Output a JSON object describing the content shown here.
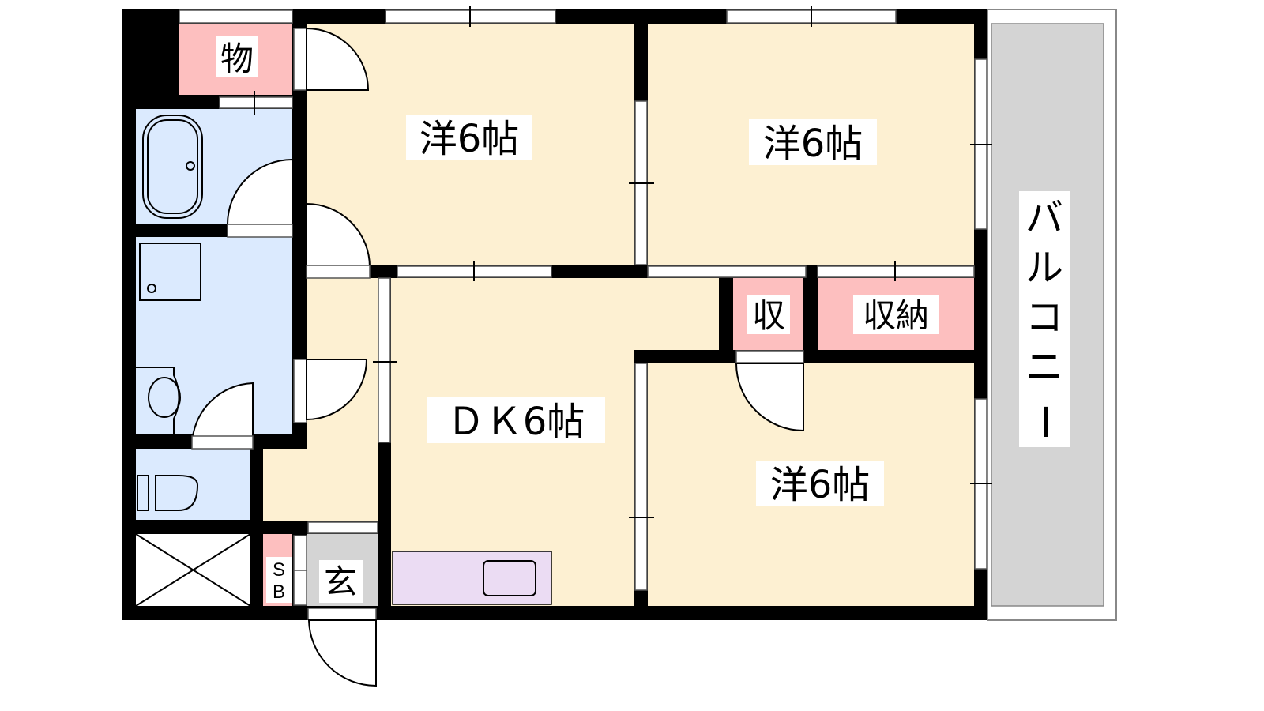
{
  "floorplan": {
    "rooms": {
      "western_1": "洋6帖",
      "western_2": "洋6帖",
      "western_3": "洋6帖",
      "dining_kitchen": "ＤＫ6帖",
      "storage_small": "収",
      "closet": "収納",
      "storeroom": "物",
      "shoe_box_s": "S",
      "shoe_box_b": "B",
      "entrance": "玄",
      "balcony": [
        "バ",
        "ル",
        "コ",
        "ニ",
        "ー"
      ]
    },
    "colors": {
      "wall": "#000000",
      "room": "#fdf0d2",
      "wet_area": "#dbeafe",
      "storage": "#fdbfbf",
      "entrance": "#d4d4d4",
      "balcony": "#d4d4d4",
      "kitchen": "#ebdcf3"
    }
  }
}
